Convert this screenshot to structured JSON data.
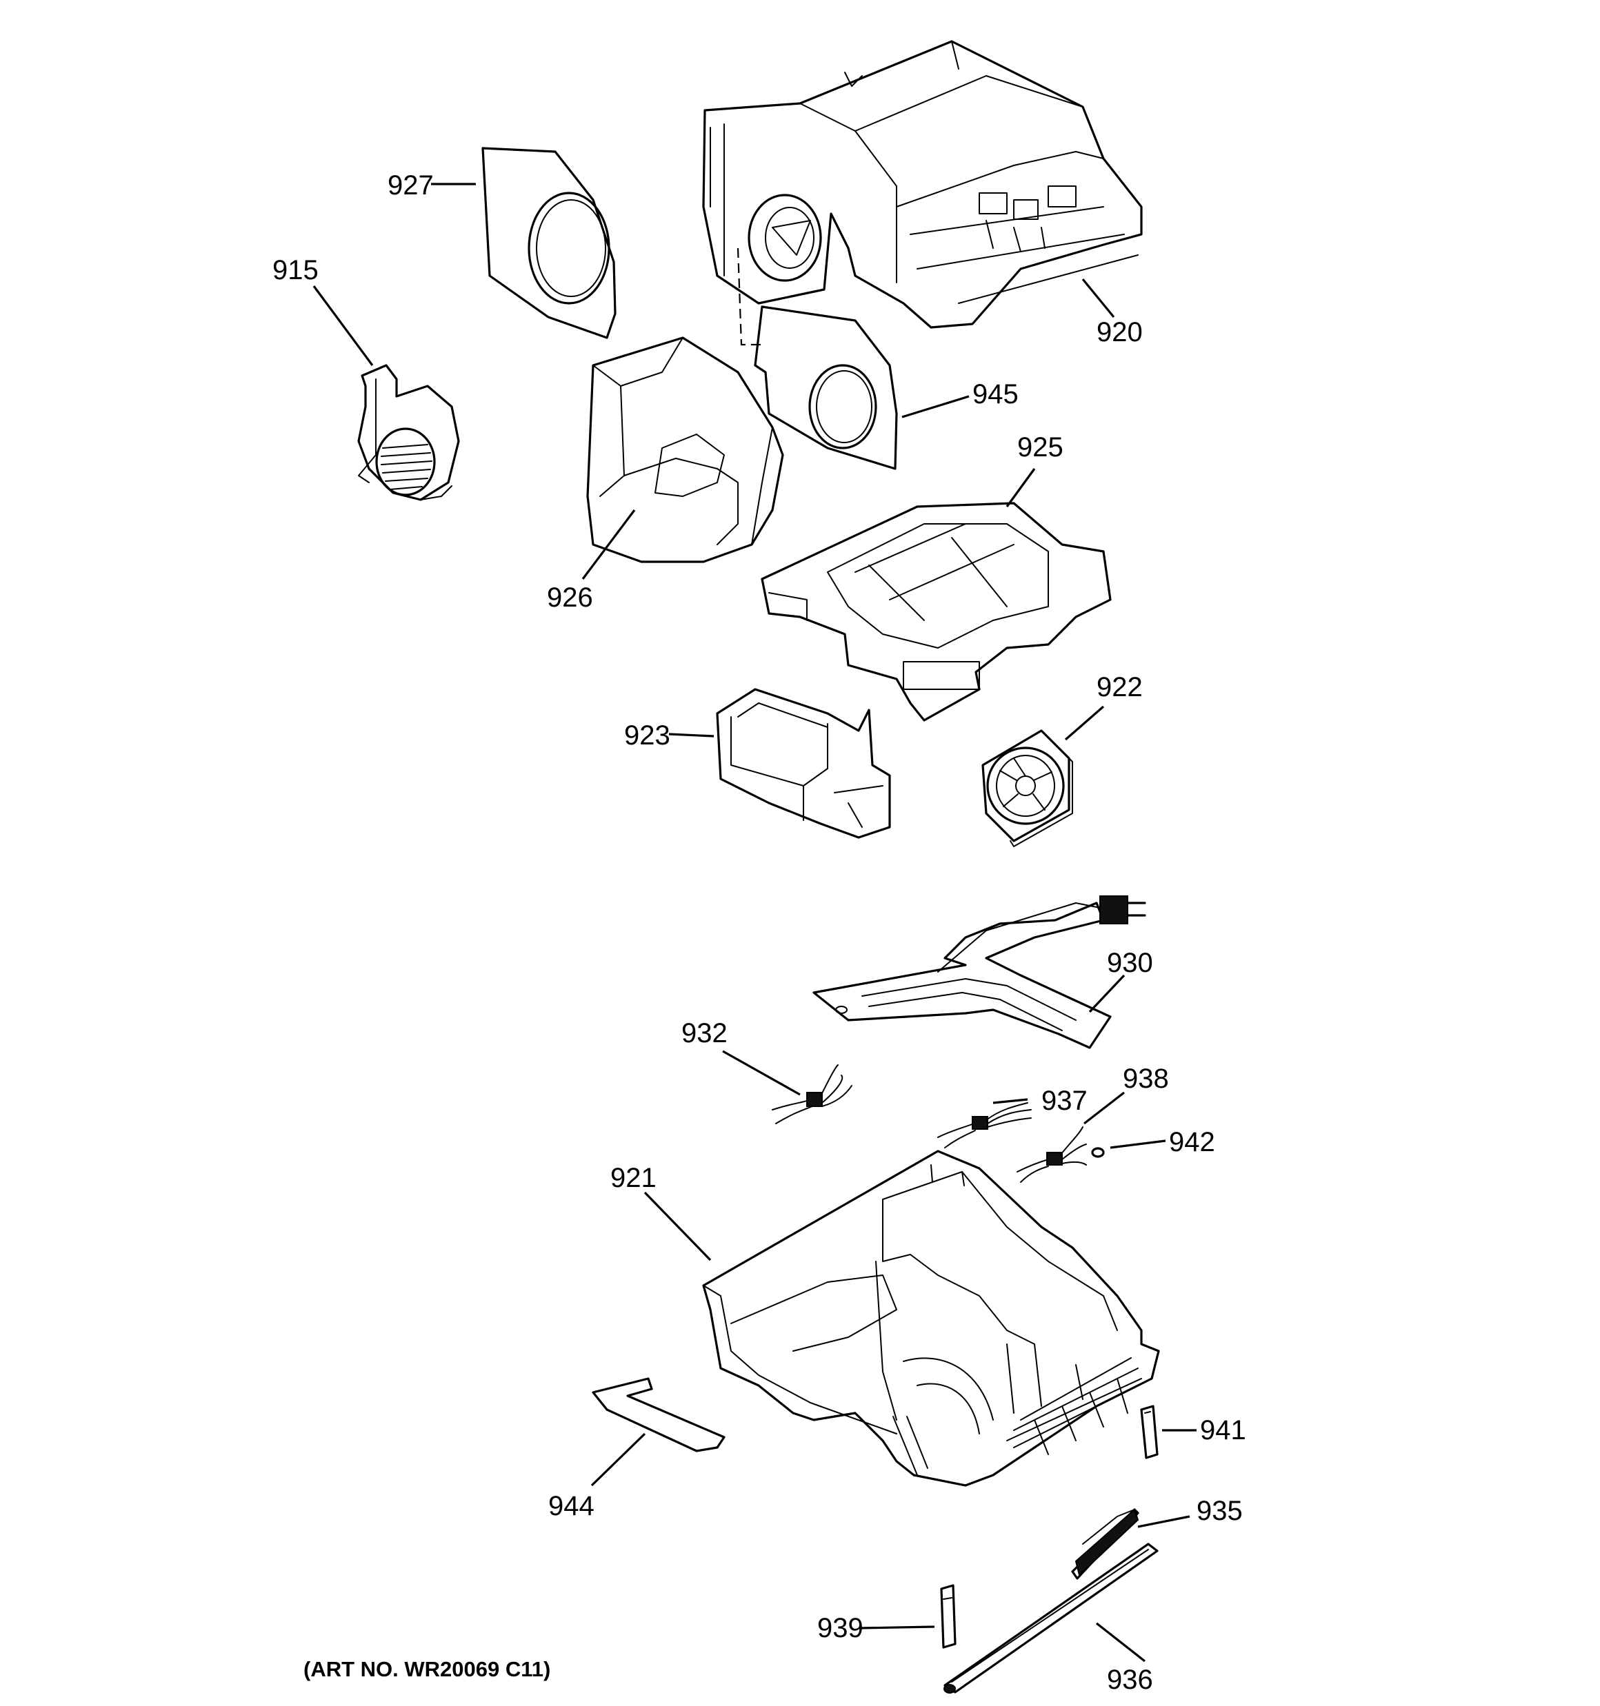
{
  "callouts": {
    "c915": "915",
    "c920": "920",
    "c921": "921",
    "c922": "922",
    "c923": "923",
    "c925": "925",
    "c926": "926",
    "c927": "927",
    "c930": "930",
    "c932": "932",
    "c935": "935",
    "c936": "936",
    "c937": "937",
    "c938": "938",
    "c939": "939",
    "c941": "941",
    "c942": "942",
    "c944": "944",
    "c945": "945"
  },
  "art_number": "(ART NO. WR20069 C11)"
}
